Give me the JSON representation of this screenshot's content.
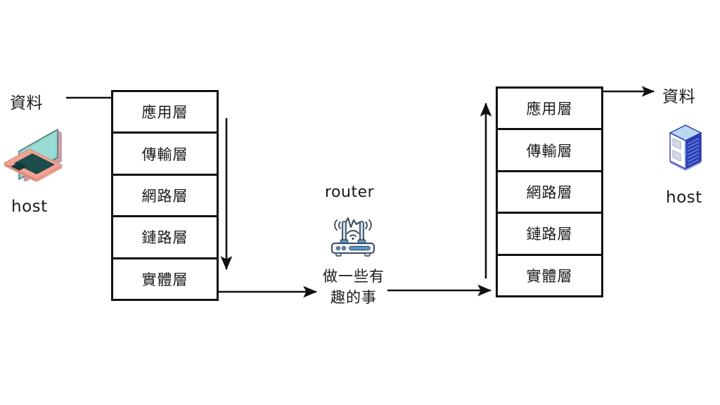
{
  "diagram": {
    "title": "Network protocol stack end-to-end data flow",
    "background_color": "#ffffff",
    "line_color": "#111111"
  },
  "left_host": {
    "data_label": "資料",
    "host_label": "host",
    "device_icon": "laptop-icon",
    "device_colors": {
      "screen": "#8fd5d0",
      "body": "#f2a394",
      "keyboard": "#1d4d4a",
      "edge": "#c9a0a8"
    }
  },
  "right_host": {
    "data_label": "資料",
    "host_label": "host",
    "device_icon": "server-rack-icon",
    "device_colors": {
      "top": "#b9d7f2",
      "front": "#2a3fb8",
      "side": "#ffffff",
      "edge": "#2233aa"
    }
  },
  "left_stack": {
    "name": "left-protocol-stack",
    "layers": [
      {
        "label": "應用層"
      },
      {
        "label": "傳輸層"
      },
      {
        "label": "網路層"
      },
      {
        "label": "鏈路層"
      },
      {
        "label": "實體層"
      }
    ]
  },
  "right_stack": {
    "name": "right-protocol-stack",
    "layers": [
      {
        "label": "應用層"
      },
      {
        "label": "傳輸層"
      },
      {
        "label": "網路層"
      },
      {
        "label": "鏈路層"
      },
      {
        "label": "實體層"
      }
    ]
  },
  "router": {
    "title": "router",
    "icon": "wifi-router-icon",
    "caption_line1": "做一些有",
    "caption_line2": "趣的事",
    "icon_colors": {
      "body": "#eef3f8",
      "accent": "#5b9bd5",
      "outline": "#3d4c5c"
    }
  },
  "arrows": {
    "data_in": "arrow-data-into-left-application-layer",
    "encapsulate_down": "arrow-down-left-stack",
    "link_left_to_router": "arrow-left-stack-to-router",
    "link_router_to_right": "arrow-router-to-right-stack",
    "decapsulate_up": "arrow-up-right-stack",
    "data_out": "arrow-data-out-of-right-application-layer"
  }
}
